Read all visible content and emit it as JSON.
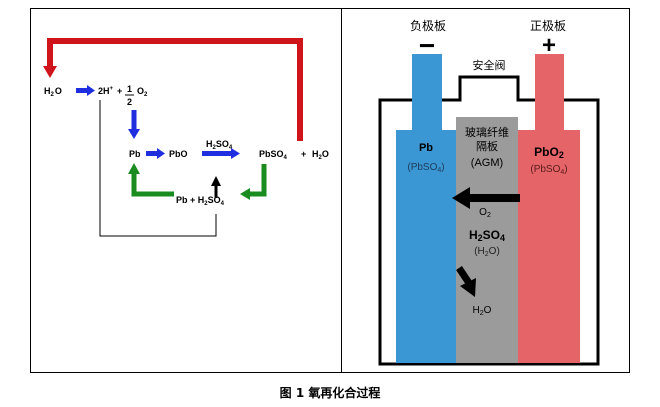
{
  "left_diagram": {
    "h2o": "H",
    "h2o_sub": "2",
    "h2o_o": "O",
    "two_h": "2H",
    "two_h_sup": "+",
    "plus": "+",
    "half_num": "1",
    "half_den": "2",
    "o2": "O",
    "o2_sub": "2",
    "pb": "Pb",
    "pbo": "PbO",
    "h2so4_top": "H",
    "h2so4_top_sub1": "2",
    "h2so4_top_mid": "SO",
    "h2so4_top_sub2": "4",
    "pbso4": "PbSO",
    "pbso4_sub": "4",
    "plus2": "+",
    "h2o_right": "H",
    "h2o_right_sub": "2",
    "h2o_right_o": "O",
    "bottom_pb": "Pb + H",
    "bottom_sub1": "2",
    "bottom_so": "SO",
    "bottom_sub2": "4"
  },
  "right_diagram": {
    "neg_plate_label": "负极板",
    "pos_plate_label": "正极板",
    "minus_sign": "−",
    "plus_sign": "+",
    "valve_label": "安全阀",
    "separator_line1": "玻璃纤维",
    "separator_line2": "隔板",
    "separator_line3": "(AGM)",
    "neg_main": "Pb",
    "neg_sub": "(PbSO",
    "neg_sub_n": "4",
    "neg_sub_end": ")",
    "pos_main": "PbO",
    "pos_main_n": "2",
    "pos_sub": "(PbSO",
    "pos_sub_n": "4",
    "pos_sub_end": ")",
    "o2_label": "O",
    "o2_label_n": "2",
    "acid_main": "H",
    "acid_main_n1": "2",
    "acid_main_mid": "SO",
    "acid_main_n2": "4",
    "acid_sub": "(H",
    "acid_sub_n": "2",
    "acid_sub_end": "O)",
    "h2o_label": "H",
    "h2o_label_n": "2",
    "h2o_label_end": "O"
  },
  "colors": {
    "red_arrow": "#d0141b",
    "blue_arrow": "#1f2fe0",
    "green_arrow": "#1a8c1f",
    "negative_plate": "#3b97d3",
    "positive_plate": "#e46468",
    "separator": "#9b9b9b"
  },
  "caption": "图 1 氧再化合过程"
}
